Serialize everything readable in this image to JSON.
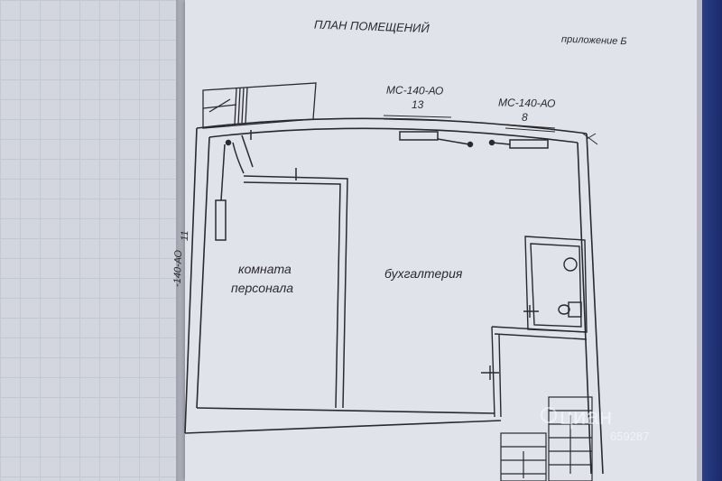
{
  "document": {
    "title": "ПЛАН ПОМЕЩЕНИЙ",
    "appendix": "приложение Б"
  },
  "rooms": [
    {
      "name_line1": "комната",
      "name_line2": "персонала"
    },
    {
      "name_line1": "бухгалтерия",
      "name_line2": ""
    }
  ],
  "fixtures": [
    {
      "label": "МС-140-АО",
      "count": "13"
    },
    {
      "label": "МС-140-АО",
      "count": "8"
    },
    {
      "label": "-140-АО",
      "count": "11"
    }
  ],
  "watermark": {
    "brand": "циан",
    "id": "659287"
  }
}
